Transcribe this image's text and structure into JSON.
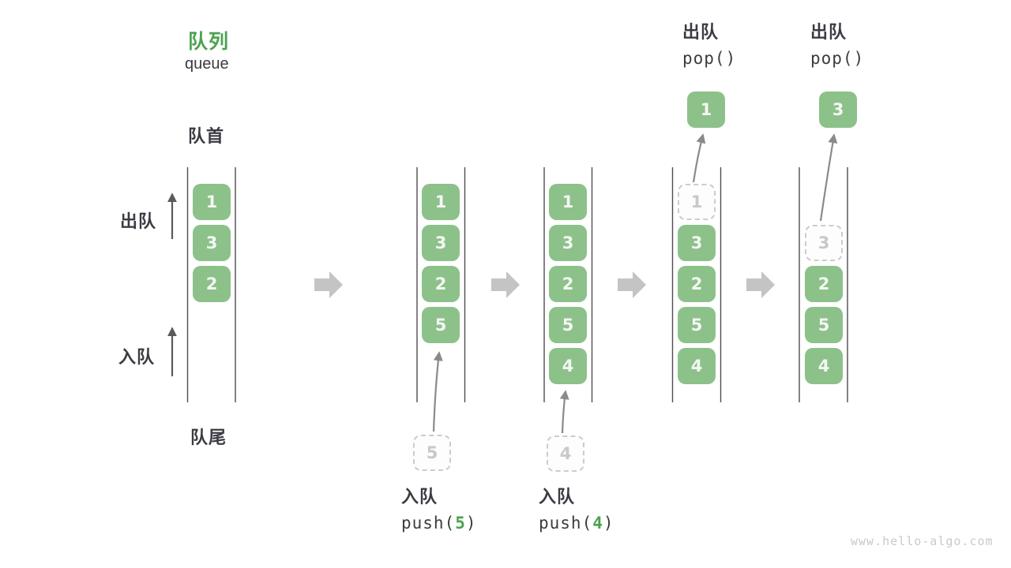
{
  "title": {
    "zh": "队列",
    "en": "queue"
  },
  "labels": {
    "front": "队首",
    "rear": "队尾",
    "dequeue": "出队",
    "enqueue": "入队"
  },
  "states": [
    {
      "slots": [
        "1",
        "3",
        "2"
      ]
    },
    {
      "slots": [
        "1",
        "3",
        "2",
        "5"
      ],
      "pending": "5"
    },
    {
      "slots": [
        "1",
        "3",
        "2",
        "5",
        "4"
      ],
      "pending": "4"
    },
    {
      "ghost": "1",
      "slots": [
        "3",
        "2",
        "5",
        "4"
      ],
      "removed": "1"
    },
    {
      "ghost": "3",
      "slots": [
        "2",
        "5",
        "4"
      ],
      "removed": "3"
    }
  ],
  "operations": {
    "push5": {
      "label": "入队",
      "fn": "push(",
      "arg": "5",
      "close": ")"
    },
    "push4": {
      "label": "入队",
      "fn": "push(",
      "arg": "4",
      "close": ")"
    },
    "pop1": {
      "label": "出队",
      "code": "pop()"
    },
    "pop2": {
      "label": "出队",
      "code": "pop()"
    }
  },
  "watermark": "www.hello-algo.com",
  "colors": {
    "box_green": "#8DC18A",
    "accent_green": "#4BA24F",
    "text_dark": "#3B3B43",
    "step_arrow_gray": "#C4C4C4",
    "ghost_gray": "#C8C8C8",
    "wall_gray": "#4E4E4E"
  }
}
